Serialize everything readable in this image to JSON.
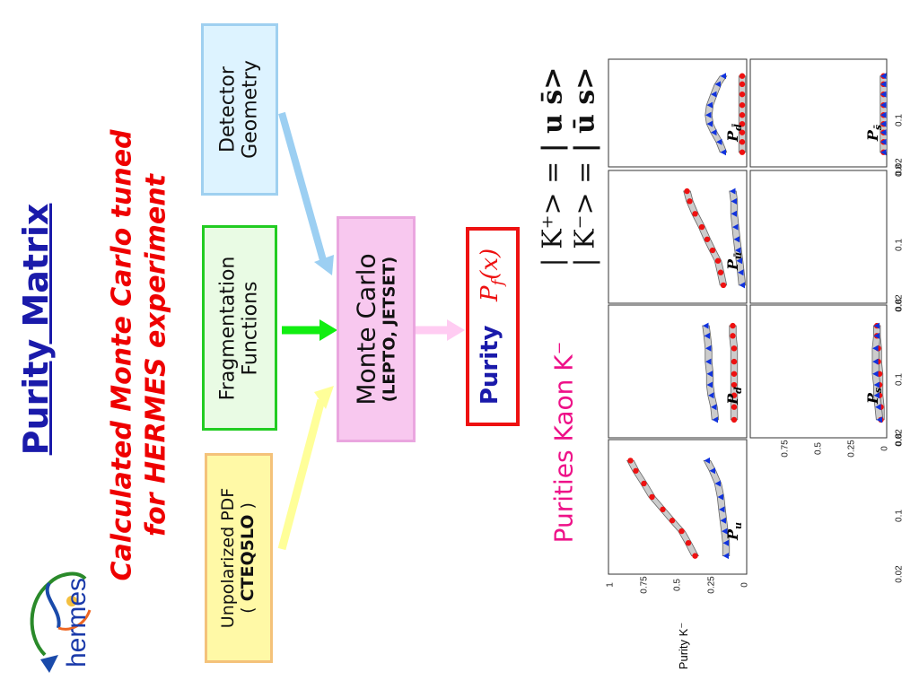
{
  "title": "Purity Matrix",
  "subtitle_line1": "Calculated Monte Carlo tuned",
  "subtitle_line2": "for HERMES experiment",
  "logo_text": "hermes",
  "boxes": {
    "pdf": {
      "line1": "Unpolarized PDF",
      "line2_pre": "( ",
      "line2_bold": "CTEQ5LO",
      "line2_post": " )",
      "fill": "#fff9a6",
      "border": "#f4c27a"
    },
    "frag": {
      "line1": "Fragmentation",
      "line2": "Functions",
      "fill": "#e9fbe4",
      "border": "#22cc22"
    },
    "detector": {
      "line1": "Detector",
      "line2": "Geometry",
      "fill": "#ddf3ff",
      "border": "#9fd0f0"
    },
    "mc": {
      "line1": "Monte Carlo",
      "line2": "(LEPTO, JETSET)",
      "fill": "#f8c8ef",
      "border": "#eaa6df"
    },
    "purity": {
      "word": "Purity",
      "symbol": "P",
      "sub": "f",
      "arg": "(x)",
      "fill": "#ffffff",
      "border": "#ee1111"
    }
  },
  "arrow_colors": {
    "pdf": "#ffff99",
    "frag": "#11ee11",
    "detector": "#9ccff2",
    "mc": "#ffccf2"
  },
  "kaon": {
    "kplus_lhs": "| K⁺> =",
    "kplus_rhs": "| u s̄>",
    "kminus_lhs": "| K⁻> =",
    "kminus_rhs": "| ū s>"
  },
  "plot_title": "Purities Kaon K⁻",
  "chart_data": {
    "type": "scatter",
    "title": "",
    "ylabel": "Purity K⁻",
    "xlabel": "",
    "xscale": "log",
    "xlim": [
      0.02,
      0.8
    ],
    "ylim": [
      0,
      1
    ],
    "yticks": [
      "0",
      "0.25",
      "0.5",
      "0.75",
      "1"
    ],
    "xticks": [
      "0.02",
      "0.1",
      "0.8"
    ],
    "x": [
      0.033,
      0.047,
      0.065,
      0.087,
      0.118,
      0.166,
      0.24,
      0.34,
      0.45
    ],
    "marker_colors": {
      "red_circle": "#ee1111",
      "blue_triangle": "#1133dd"
    },
    "panels": [
      {
        "label": "P",
        "sub": "u",
        "red": [
          0.37,
          0.42,
          0.47,
          0.54,
          0.61,
          0.69,
          0.75,
          0.81,
          0.85
        ],
        "blue": [
          0.14,
          0.14,
          0.15,
          0.16,
          0.17,
          0.18,
          0.2,
          0.24,
          0.28
        ]
      },
      {
        "label": "P",
        "sub": "d",
        "red": [
          0.08,
          0.08,
          0.08,
          0.08,
          0.08,
          0.08,
          0.08,
          0.09,
          0.09
        ],
        "blue": [
          0.22,
          0.23,
          0.25,
          0.26,
          0.26,
          0.27,
          0.27,
          0.28,
          0.29
        ]
      },
      {
        "label": "P",
        "sub": "ū",
        "red": [
          0.16,
          0.18,
          0.2,
          0.24,
          0.28,
          0.32,
          0.37,
          0.41,
          0.43
        ],
        "blue": [
          0.02,
          0.03,
          0.04,
          0.05,
          0.06,
          0.07,
          0.08,
          0.08,
          0.09
        ]
      },
      {
        "label": "P",
        "sub": "d̄",
        "red": [
          0.02,
          0.02,
          0.02,
          0.02,
          0.02,
          0.02,
          0.02,
          0.02,
          0.02
        ],
        "blue": [
          0.16,
          0.19,
          0.23,
          0.26,
          0.27,
          0.26,
          0.23,
          0.2,
          0.16
        ]
      },
      {
        "label": "P",
        "sub": "s",
        "red": [
          0.03,
          0.03,
          0.04,
          0.04,
          0.04,
          0.05,
          0.05,
          0.06,
          0.06
        ],
        "blue": [
          0.04,
          0.05,
          0.06,
          0.06,
          0.07,
          0.07,
          0.07,
          0.06,
          0.06
        ]
      },
      {
        "label": "P",
        "sub": "s̄",
        "red": [
          0.01,
          0.01,
          0.01,
          0.01,
          0.01,
          0.01,
          0.01,
          0.01,
          0.01
        ],
        "blue": [
          0.01,
          0.01,
          0.01,
          0.01,
          0.01,
          0.01,
          0.01,
          0.01,
          0.01
        ]
      }
    ]
  }
}
